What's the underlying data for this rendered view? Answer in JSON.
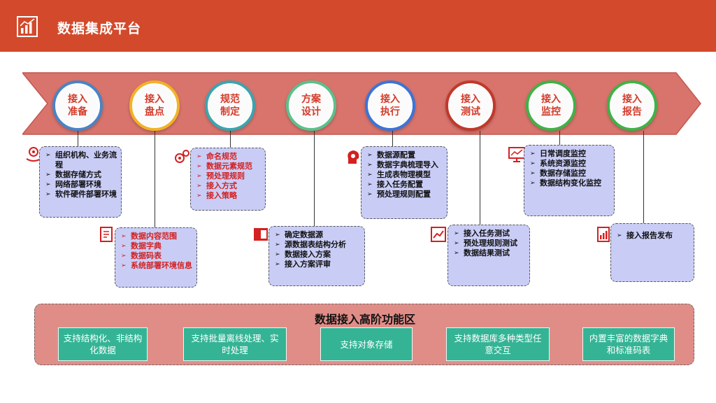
{
  "header": {
    "title": "数据集成平台",
    "icon": "bar-chart-icon",
    "bg_color": "#d24a2b"
  },
  "stages": [
    {
      "label": "接入准备",
      "ring_color": "#4a84c4"
    },
    {
      "label": "接入盘点",
      "ring_color": "#f2b227"
    },
    {
      "label": "规范制定",
      "ring_color": "#3aa5b0"
    },
    {
      "label": "方案设计",
      "ring_color": "#5cc08c"
    },
    {
      "label": "接入执行",
      "ring_color": "#3b74d8"
    },
    {
      "label": "接入测试",
      "ring_color": "#c0392b"
    },
    {
      "label": "接入监控",
      "ring_color": "#40b248"
    },
    {
      "label": "接入报告",
      "ring_color": "#40b248"
    }
  ],
  "boxes": {
    "prepare": [
      "组织机构、业务流程",
      "数据存储方式",
      "网络部署环境",
      "软件硬件部署环境"
    ],
    "inventory": [
      "数据内容范围",
      "数据字典",
      "数据码表",
      "系统部署环境信息"
    ],
    "standards": [
      "命名规范",
      "数据元素规范",
      "预处理规则",
      "接入方式",
      "接入策略"
    ],
    "design": [
      "确定数据源",
      "源数据表结构分析",
      "数据接入方案",
      "接入方案评审"
    ],
    "execute": [
      "数据源配置",
      "数据字典梳理导入",
      "生成表物理模型",
      "接入任务配置",
      "预处理规则配置"
    ],
    "test": [
      "接入任务测试",
      "预处理规则测试",
      "数据结果测试"
    ],
    "monitor": [
      "日常调度监控",
      "系统资源监控",
      "数据存储监控",
      "数据结构变化监控"
    ],
    "report": [
      "接入报告发布"
    ]
  },
  "func_zone": {
    "title": "数据接入高阶功能区",
    "items": [
      "支持结构化、非结构化数据",
      "支持批量离线处理、实时处理",
      "支持对象存储",
      "支持数据库多种类型任意交互",
      "内置丰富的数据字典和标准码表"
    ]
  },
  "colors": {
    "arrow_fill": "#d9746d",
    "box_fill": "#c9cdf6",
    "func_fill": "#e08d88",
    "func_item": "#34b495",
    "red_text": "#d42020"
  }
}
